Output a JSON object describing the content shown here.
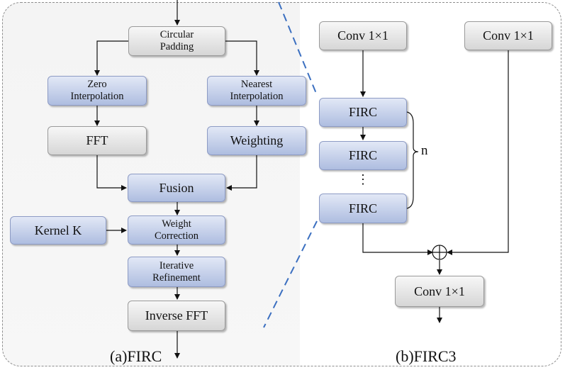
{
  "left_panel": {
    "caption": "(a)FIRC",
    "circular_padding": "Circular\nPadding",
    "zero_interp": "Zero\nInterpolation",
    "nearest_interp": "Nearest\nInterpolation",
    "fft": "FFT",
    "weighting": "Weighting",
    "fusion": "Fusion",
    "kernel": "Kernel K",
    "weight_correction": "Weight\nCorrection",
    "iterative_refinement": "Iterative\nRefinement",
    "inverse_fft": "Inverse FFT"
  },
  "right_panel": {
    "caption": "(b)FIRC3",
    "conv_top_left": "Conv 1×1",
    "conv_top_right": "Conv 1×1",
    "firc_1": "FIRC",
    "firc_2": "FIRC",
    "firc_3": "FIRC",
    "ellipsis": "⋮",
    "n_label": "n",
    "conv_bottom": "Conv 1×1",
    "plus_symbol": "⊕"
  },
  "colors": {
    "gray_box": "#e6e6e6",
    "blue_box": "#c3cde9",
    "arrow": "#111111",
    "dashed_divider": "#3b6fc0",
    "frame": "#8e8e8e"
  }
}
